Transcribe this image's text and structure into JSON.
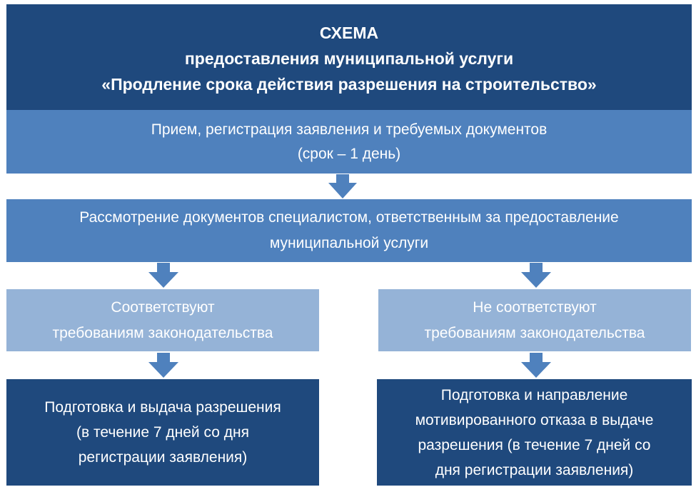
{
  "header": {
    "line1": "СХЕМА",
    "line2": "предоставления муниципальной услуги",
    "line3": "«Продление срока действия разрешения на строительство»"
  },
  "step1": {
    "line1": "Прием, регистрация заявления и требуемых документов",
    "line2": "(срок – 1 день)"
  },
  "step2": {
    "line1": "Рассмотрение документов специалистом, ответственным за предоставление",
    "line2": "муниципальной услуги"
  },
  "branch_left": {
    "condition_line1": "Соответствуют",
    "condition_line2": "требованиям законодательства",
    "result_line1": "Подготовка и выдача разрешения",
    "result_line2": "(в течение 7 дней со дня",
    "result_line3": "регистрации заявления)"
  },
  "branch_right": {
    "condition_line1": "Не соответствуют",
    "condition_line2": "требованиям законодательства",
    "result_line1": "Подготовка и направление",
    "result_line2": "мотивированного отказа в выдаче",
    "result_line3": "разрешения (в течение 7 дней со",
    "result_line4": "дня регистрации заявления)"
  },
  "colors": {
    "dark_blue": "#1f497d",
    "mid_blue": "#4f81bd",
    "light_blue": "#95b3d7"
  }
}
